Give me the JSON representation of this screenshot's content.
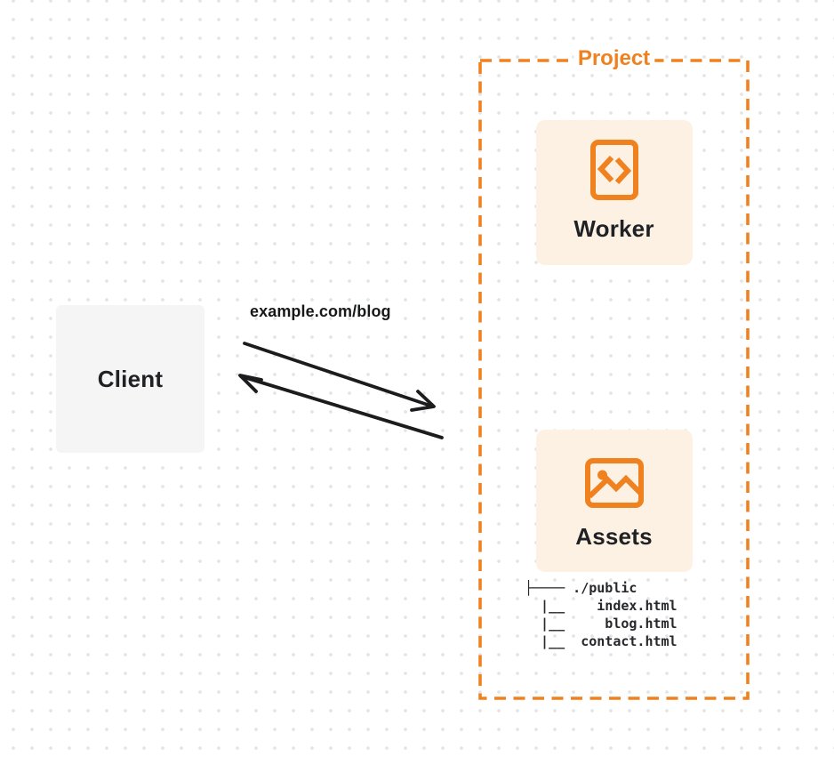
{
  "client": {
    "label": "Client"
  },
  "request": {
    "label": "example.com/blog"
  },
  "project": {
    "label": "Project",
    "worker": {
      "label": "Worker",
      "icon": "code-document-icon"
    },
    "assets": {
      "label": "Assets",
      "icon": "image-icon"
    },
    "tree": {
      "lines": [
        "├──── ./public",
        "  |__    index.html",
        "  |__     blog.html",
        "  |__  contact.html"
      ]
    }
  },
  "colors": {
    "accent_orange": "#f0811f",
    "card_background": "#fdf1e4",
    "client_background": "#f5f5f6",
    "ink": "#1f2125",
    "dot_grid": "#e4e4e6",
    "arrow": "#1c1c1e"
  }
}
